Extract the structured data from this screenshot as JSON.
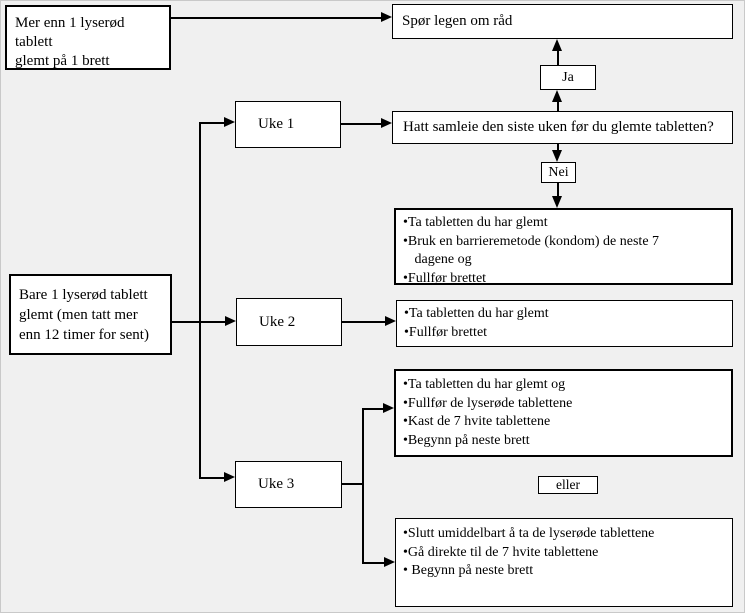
{
  "diagram": {
    "title": "Glemt tablett flytskjema",
    "background_color": "#f0f0f0",
    "box_fill_color": "#ffffff",
    "line_color": "#000000",
    "nodes": {
      "trigger_many": "Mer enn 1 lyserød tablett\nglemt på 1 brett",
      "ask_doctor": "Spør legen om råd",
      "ja": "Ja",
      "uke1": "Uke 1",
      "question": "Hatt samleie den siste uken før du glemte tabletten?",
      "nei": "Nei",
      "week1_actions": [
        "Ta tabletten du har glemt",
        "Bruk en barrieremetode (kondom) de neste 7\n dagene og",
        "Fullfør brettet"
      ],
      "trigger_one": "Bare 1 lyserød tablett\nglemt (men tatt mer\nenn 12 timer for sent)",
      "uke2": "Uke 2",
      "week2_actions": [
        "Ta tabletten du har glemt",
        "Fullfør brettet"
      ],
      "uke3": "Uke 3",
      "week3_option1": [
        "Ta tabletten du har glemt og",
        "Fullfør de lyserøde tablettene",
        "Kast de 7 hvite tablettene",
        "Begynn på neste brett"
      ],
      "eller": "eller",
      "week3_option2": [
        "Slutt umiddelbart å ta de lyserøde tablettene",
        "Gå direkte til de 7 hvite tablettene",
        " Begynn på neste brett"
      ]
    },
    "edges": [
      {
        "from": "trigger_many",
        "to": "ask_doctor",
        "direction": "right"
      },
      {
        "from": "question",
        "to": "ja",
        "direction": "up"
      },
      {
        "from": "ja",
        "to": "ask_doctor",
        "direction": "up"
      },
      {
        "from": "question",
        "to": "nei",
        "direction": "down"
      },
      {
        "from": "nei",
        "to": "week1_actions",
        "direction": "down"
      },
      {
        "from": "trigger_one",
        "to": "uke1",
        "direction": "right"
      },
      {
        "from": "trigger_one",
        "to": "uke2",
        "direction": "right"
      },
      {
        "from": "trigger_one",
        "to": "uke3",
        "direction": "right"
      },
      {
        "from": "uke1",
        "to": "question",
        "direction": "right"
      },
      {
        "from": "uke2",
        "to": "week2_actions",
        "direction": "right"
      },
      {
        "from": "uke3",
        "to": "week3_option1",
        "direction": "right"
      },
      {
        "from": "uke3",
        "to": "week3_option2",
        "direction": "right"
      }
    ]
  }
}
